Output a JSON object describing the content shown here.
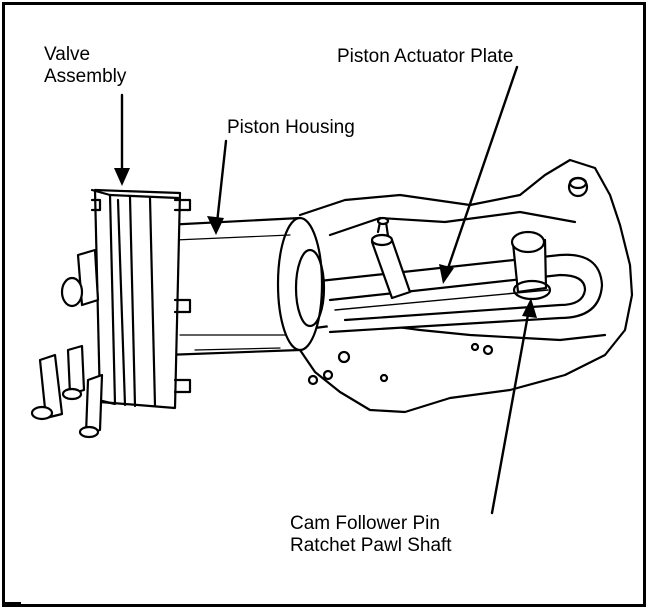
{
  "figure": {
    "labels": {
      "valve_assembly_line1": "Valve",
      "valve_assembly_line2": "Assembly",
      "piston_housing": "Piston Housing",
      "piston_actuator_plate": "Piston Actuator Plate",
      "cam_follower_pin": "Cam Follower Pin",
      "ratchet_pawl_shaft": "Ratchet Pawl Shaft"
    }
  }
}
